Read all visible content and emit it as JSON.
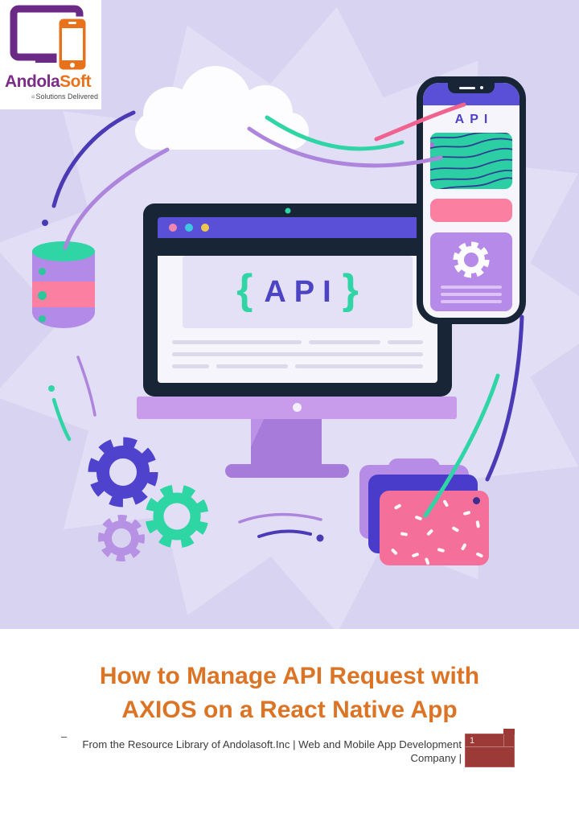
{
  "logo": {
    "brand_part1": "Andola",
    "brand_part2": "Soft",
    "tagline": "Solutions Delivered",
    "tagline_icon": "≡"
  },
  "monitor": {
    "brace_open": "{",
    "api_label": "API",
    "brace_close": "}"
  },
  "phone": {
    "api_label": "API"
  },
  "title": {
    "line1": "How to Manage API Request with",
    "line2": "AXIOS on a React Native App"
  },
  "footer": {
    "dash": "–",
    "credit": "From the Resource Library of Andolasoft.Inc | Web and Mobile App Development Company |",
    "page_number": "1"
  },
  "colors": {
    "lavender_bg": "#d8d3f0",
    "starburst": "#e4e1f7",
    "brand_purple": "#7b2c87",
    "brand_orange": "#e8721c",
    "title_orange": "#dc7426",
    "indigo": "#4a3ab5",
    "ui_indigo": "#5a50d8",
    "teal": "#30d5a5",
    "pink": "#f1638f",
    "badge_red": "#9c3a38",
    "navy_frame": "#182536"
  }
}
